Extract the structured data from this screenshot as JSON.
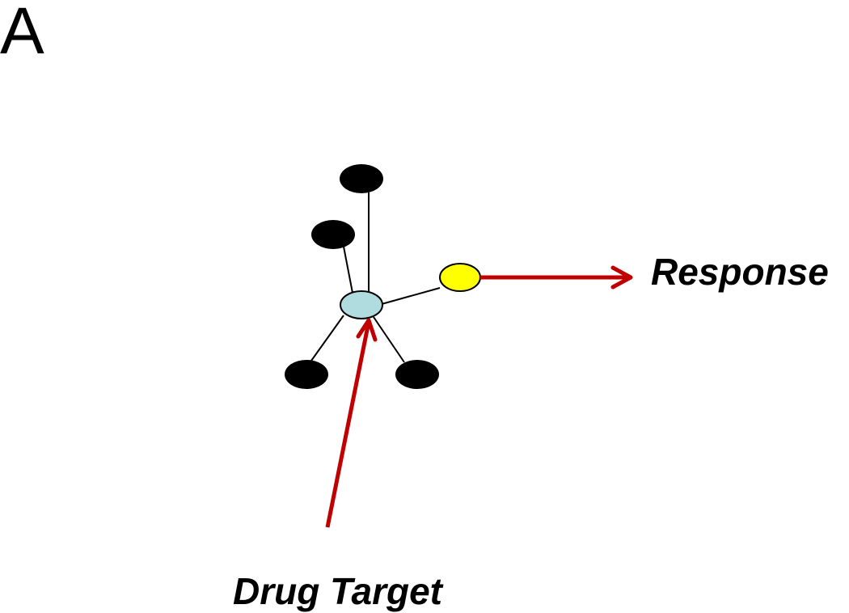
{
  "figure": {
    "panel_label": "A",
    "response_label": "Response",
    "drug_target_label": "Drug Target"
  },
  "colors": {
    "hub_node": "#b0dce0",
    "response_node": "#ffff00",
    "peripheral_node": "#000000",
    "arrow": "#c00000",
    "edge": "#000000"
  }
}
